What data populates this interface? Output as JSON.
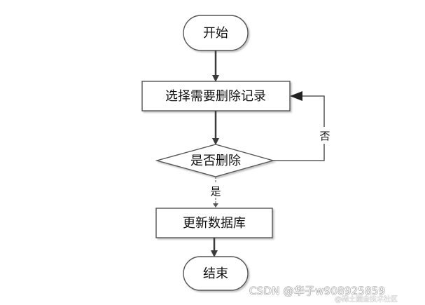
{
  "flowchart": {
    "start": "开始",
    "select_step": "选择需要删除记录",
    "decision": "是否删除",
    "yes_label": "是",
    "no_label": "否",
    "update_step": "更新数据库",
    "end": "结束"
  },
  "watermark": {
    "text": "CSDN @华子w908925859",
    "sub_text": "@稀土掘金技术社区"
  },
  "colors": {
    "line": "#3b3b3b",
    "box_border": "#555555",
    "box_fill": "#ffffff",
    "text": "#111111"
  }
}
